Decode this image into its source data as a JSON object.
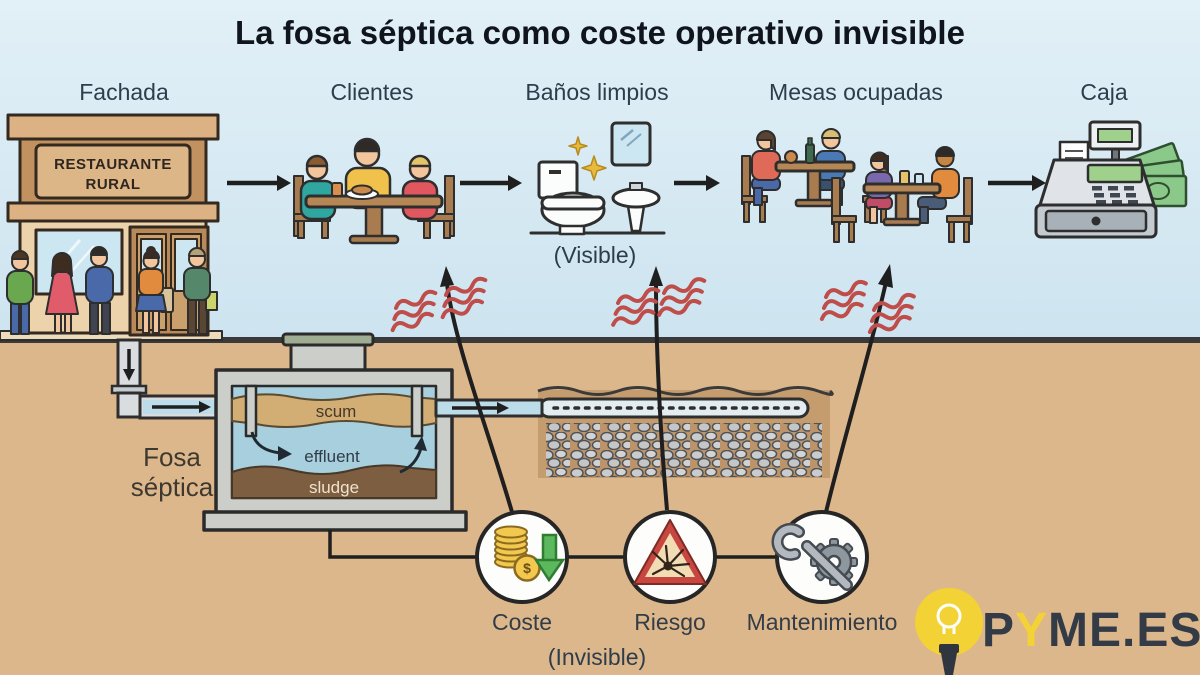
{
  "header": {
    "title": "La fosa séptica como coste operativo invisible"
  },
  "flow": {
    "steps": [
      {
        "label": "Fachada",
        "icon": "restaurant-facade-icon"
      },
      {
        "label": "Clientes",
        "icon": "dining-customers-icon"
      },
      {
        "label": "Baños limpios",
        "icon": "clean-bathroom-icon"
      },
      {
        "label": "Mesas ocupadas",
        "icon": "occupied-tables-icon"
      },
      {
        "label": "Caja",
        "icon": "cash-register-icon"
      }
    ],
    "visible_tag": "(Visible)"
  },
  "building": {
    "sign_line1": "RESTAURANTE",
    "sign_line2": "RURAL"
  },
  "septic": {
    "label_line1": "Fosa",
    "label_line2": "séptica",
    "layer_scum": "scum",
    "layer_effluent": "effluent",
    "layer_sludge": "sludge"
  },
  "hidden_costs": {
    "coin_symbol": "$",
    "items": [
      {
        "label": "Coste",
        "icon": "coins-down-icon"
      },
      {
        "label": "Riesgo",
        "icon": "explosion-warning-icon"
      },
      {
        "label": "Mantenimiento",
        "icon": "wrench-gear-icon"
      }
    ],
    "invisible_tag": "(Invisible)"
  },
  "logo": {
    "p": "P",
    "y": "Y",
    "rest": "ME.ES"
  },
  "colors": {
    "sky": "#cde4f0",
    "ground": "#ddb78c",
    "trench": "#bd9469",
    "ground_line": "#3a3a3a",
    "heat_red": "#bf4d4a",
    "arrow_black": "#1f1f1f",
    "water_blue": "#bcdcea",
    "tank_concrete": "#cbcec9",
    "scum_tan": "#d2ae74",
    "sludge_brown": "#7d5e41",
    "lid_green": "#9fae93",
    "coin_gold": "#f3c84f",
    "down_arrow_green": "#5cb85c",
    "warning_red": "#c74740",
    "steel_gray": "#b3b9bf",
    "logo_yellow": "#f2d235",
    "logo_dark": "#333b47"
  }
}
